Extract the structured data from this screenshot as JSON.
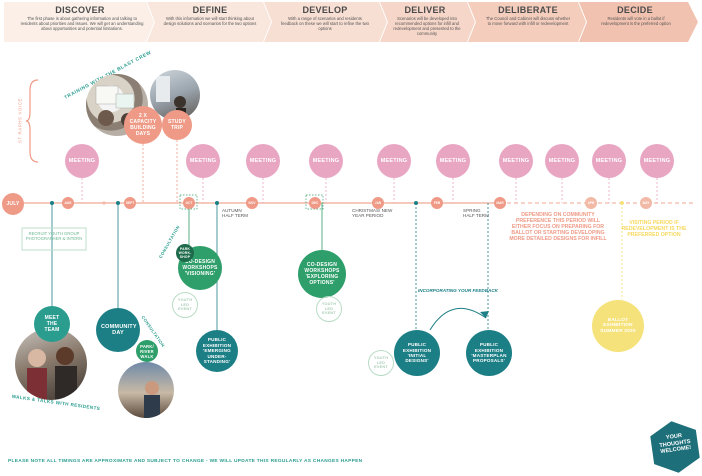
{
  "phases": [
    {
      "title": "DISCOVER",
      "desc": "The first phase is about gathering information and talking to residents about priorities and issues. We will get an understanding about opportunities and potential limitations."
    },
    {
      "title": "DEFINE",
      "desc": "With this information we will start thinking about design solutions and scenarios for the two options"
    },
    {
      "title": "DEVELOP",
      "desc": "With a range of scenarios and residents feedback on these we will start to refine the two options"
    },
    {
      "title": "DELIVER",
      "desc": "Scenarios will be developed into recommended options for infill and redevelopment and presented to the community"
    },
    {
      "title": "DELIBERATE",
      "desc": "The Council and Cabinet will discuss whether to move forward with infill or redevelopment"
    },
    {
      "title": "DECIDE",
      "desc": "Residents will vote in a ballot if redevelopment is the preferred option"
    }
  ],
  "side_label": "ST RAPHS VOICE",
  "top_activities": {
    "curve_text": "TRAINING WITH THE BLAST CREW",
    "capacity": "2 X CAPACITY BUILDING DAYS",
    "study_trip": "STUDY TRIP"
  },
  "meeting_label": "MEETING",
  "months": [
    "JULY",
    "AUG",
    "SEPT",
    "OCT",
    "NOV",
    "DEC",
    "JAN",
    "FEB",
    "MAR",
    "APR",
    "MAY"
  ],
  "breaks": {
    "autumn": "AUTUMN HALF TERM",
    "christmas": "CHRISTMAS/ NEW YEAR PERIOD",
    "spring": "SPRING HALF TERM"
  },
  "recruit": "RECRUIT YOUTH GROUP PHOTOGRAPHER & INTERN",
  "meet_team": "MEET THE TEAM",
  "walks": "WALKS & TALKS WITH RESIDENTS",
  "community_day": "COMMUNITY DAY",
  "park_walk": "PARK/ RIVER WALK",
  "consultation": "CONSULTATION",
  "workshops1": {
    "title": "CO-DESIGN WORKSHOPS",
    "sub": "'VISIONING'"
  },
  "park_workshop": "PARK WORK-SHOP",
  "youth1": "YOUTH LED EVENT",
  "exhibition1": {
    "title": "PUBLIC EXHIBITION",
    "sub": "'EMERGING UNDER-STANDING'"
  },
  "workshops2": {
    "title": "CO-DESIGN WORKSHOPS",
    "sub": "'EXPLORING OPTIONS'"
  },
  "youth2": "YOUTH LED EVENT",
  "incorporating": "INCORPORATING YOUR FEEDBACK",
  "youth3": "YOUTH LED EVENT",
  "exhibition2": {
    "title": "PUBLIC EXHIBITION",
    "sub": "'INITIAL DESIGNS'"
  },
  "exhibition3": {
    "title": "PUBLIC EXHIBITION",
    "sub": "'MASTERPLAN PROPOSALS'"
  },
  "deliberate_note": "DEPENDING ON COMMUNITY PREFERENCE THIS PERIOD WILL EITHER FOCUS ON PREPARING FOR BALLOT OR STARTING DEVELOPING MORE DETAILED DESIGNS FOR INFILL",
  "visiting_note": "VISITING PERIOD IF REDEVELOPMENT IS THE PREFERRED OPTION",
  "ballot": "BALLOT EXHIBITION SUMMER 2020",
  "thoughts": "YOUR THOUGHTS WELCOME!",
  "footer": "PLEASE NOTE ALL TIMINGS ARE APPROXIMATE AND SUBJECT TO CHANGE - WE WILL UPDATE THIS REGULARLY AS CHANGES HAPPEN",
  "colors": {
    "pink": "#e8a6c3",
    "salmon": "#ef9a86",
    "teal": "#2a9d8f",
    "dark_teal": "#1d7f86",
    "green": "#2e9e6a",
    "yellow": "#f6e27a",
    "light_green": "#b9dcc6"
  }
}
